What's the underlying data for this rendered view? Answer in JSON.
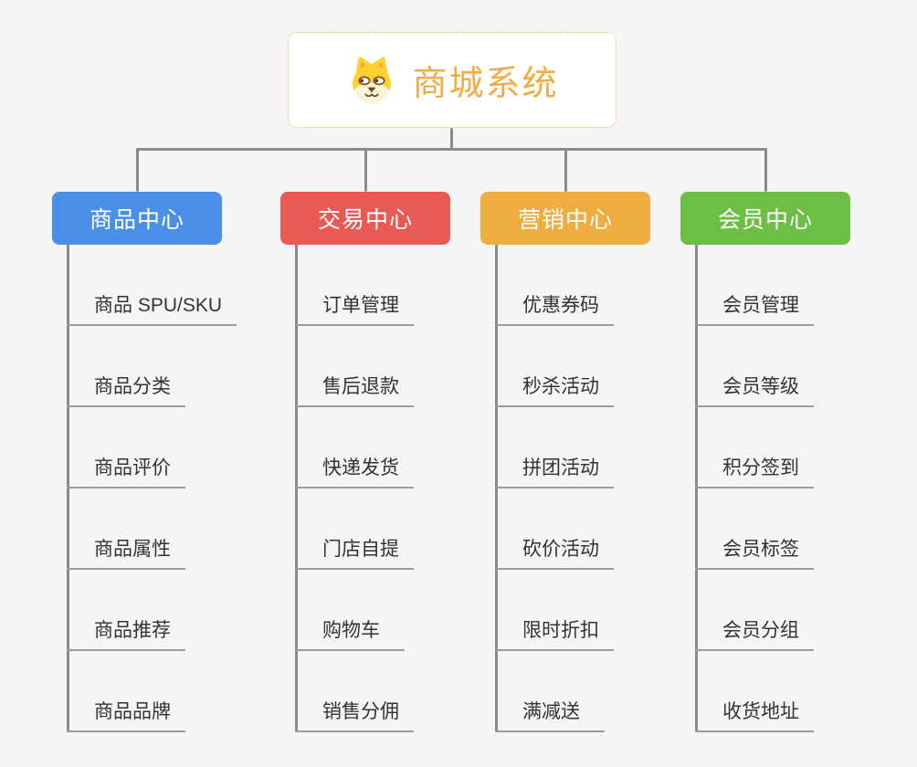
{
  "root": {
    "title": "商城系统",
    "icon": "dog-face-icon"
  },
  "branches": [
    {
      "label": "商品中心",
      "color": "#4a8fe8",
      "children": [
        "商品 SPU/SKU",
        "商品分类",
        "商品评价",
        "商品属性",
        "商品推荐",
        "商品品牌"
      ]
    },
    {
      "label": "交易中心",
      "color": "#ea5a55",
      "children": [
        "订单管理",
        "售后退款",
        "快递发货",
        "门店自提",
        "购物车",
        "销售分佣"
      ]
    },
    {
      "label": "营销中心",
      "color": "#efac41",
      "children": [
        "优惠券码",
        "秒杀活动",
        "拼团活动",
        "砍价活动",
        "限时折扣",
        "满减送"
      ]
    },
    {
      "label": "会员中心",
      "color": "#6cbe44",
      "children": [
        "会员管理",
        "会员等级",
        "积分签到",
        "会员标签",
        "会员分组",
        "收货地址"
      ]
    }
  ],
  "colors": {
    "root_accent": "#f3ac43",
    "root_border": "#f2b35c",
    "connector": "#8b8b8b",
    "child_underline": "#9c9c9c",
    "child_text": "#333333",
    "background": "#f5f5f6"
  }
}
